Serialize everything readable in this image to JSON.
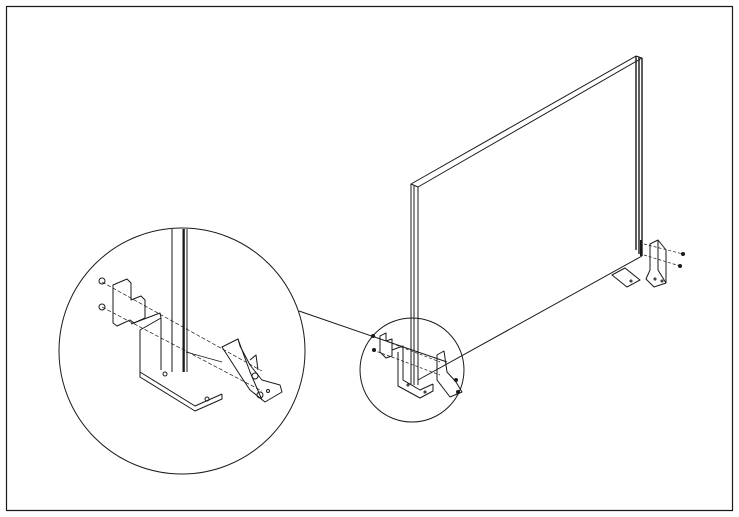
{
  "diagram": {
    "type": "assembly-line-drawing",
    "colors": {
      "line": "#1a1a1a",
      "background": "#ffffff"
    },
    "parts": [
      "panel",
      "foot-bracket-left",
      "foot-bracket-right",
      "support-bracket",
      "screws",
      "detail-magnifier"
    ]
  }
}
